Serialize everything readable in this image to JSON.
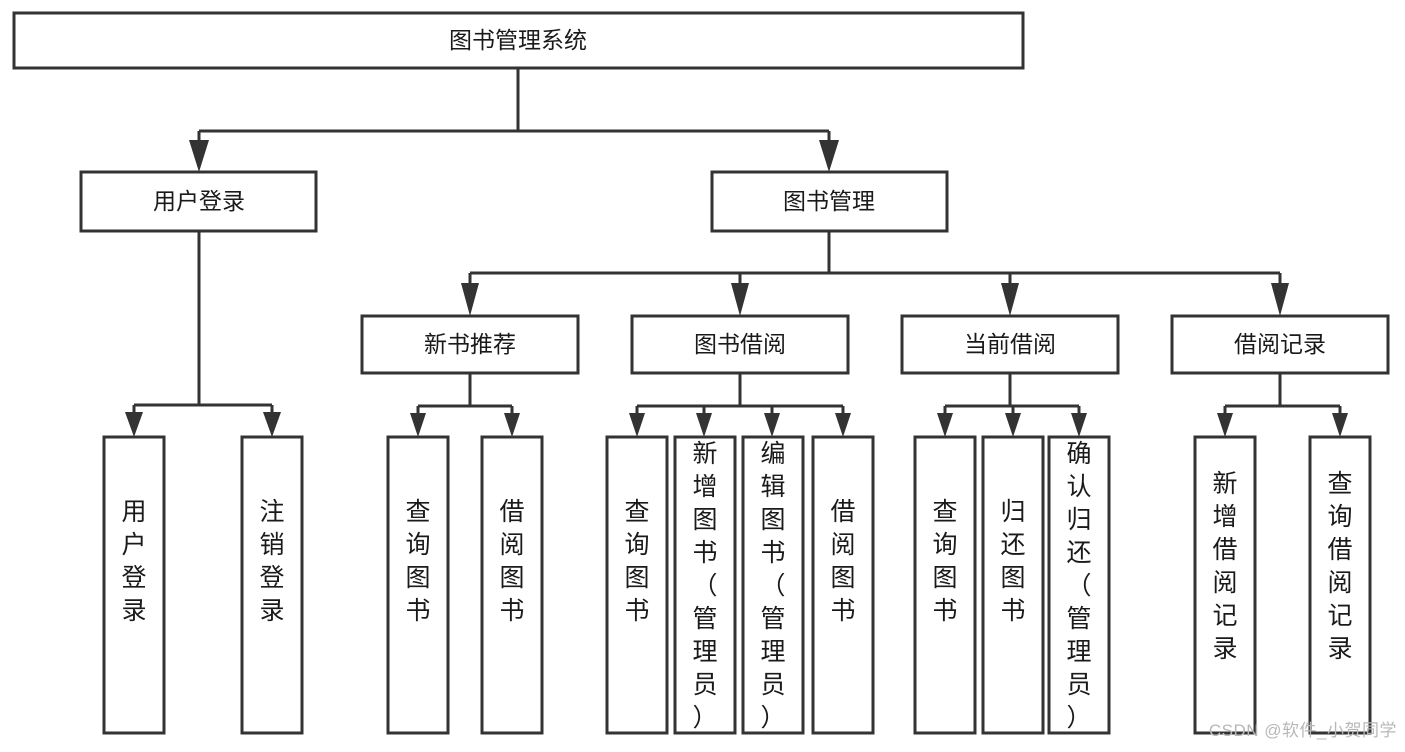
{
  "diagram": {
    "title": "图书管理系统",
    "type": "tree-hierarchy-flowchart",
    "root": {
      "id": "root",
      "label": "图书管理系统",
      "orientation": "horizontal"
    },
    "level2": [
      {
        "id": "user-login",
        "label": "用户登录",
        "orientation": "horizontal"
      },
      {
        "id": "book-management",
        "label": "图书管理",
        "orientation": "horizontal"
      }
    ],
    "level3": [
      {
        "id": "new-book-recommend",
        "label": "新书推荐",
        "orientation": "horizontal",
        "parent": "book-management"
      },
      {
        "id": "book-borrow",
        "label": "图书借阅",
        "orientation": "horizontal",
        "parent": "book-management"
      },
      {
        "id": "current-borrow",
        "label": "当前借阅",
        "orientation": "horizontal",
        "parent": "book-management"
      },
      {
        "id": "borrow-record",
        "label": "借阅记录",
        "orientation": "horizontal",
        "parent": "book-management"
      }
    ],
    "leaves": [
      {
        "id": "leaf-user-login",
        "label": "用户登录",
        "orientation": "vertical",
        "parent": "user-login"
      },
      {
        "id": "leaf-user-logout",
        "label": "注销登录",
        "orientation": "vertical",
        "parent": "user-login"
      },
      {
        "id": "leaf-query-book-1",
        "label": "查询图书",
        "orientation": "vertical",
        "parent": "new-book-recommend"
      },
      {
        "id": "leaf-borrow-book-1",
        "label": "借阅图书",
        "orientation": "vertical",
        "parent": "new-book-recommend"
      },
      {
        "id": "leaf-query-book-2",
        "label": "查询图书",
        "orientation": "vertical",
        "parent": "book-borrow"
      },
      {
        "id": "leaf-add-book",
        "label": "新增图书（管理员）",
        "orientation": "vertical",
        "parent": "book-borrow"
      },
      {
        "id": "leaf-edit-book",
        "label": "编辑图书（管理员）",
        "orientation": "vertical",
        "parent": "book-borrow"
      },
      {
        "id": "leaf-borrow-book-2",
        "label": "借阅图书",
        "orientation": "vertical",
        "parent": "book-borrow"
      },
      {
        "id": "leaf-query-book-3",
        "label": "查询图书",
        "orientation": "vertical",
        "parent": "current-borrow"
      },
      {
        "id": "leaf-return-book",
        "label": "归还图书",
        "orientation": "vertical",
        "parent": "current-borrow"
      },
      {
        "id": "leaf-confirm-return",
        "label": "确认归还（管理员）",
        "orientation": "vertical",
        "parent": "current-borrow"
      },
      {
        "id": "leaf-add-record",
        "label": "新增借阅记录",
        "orientation": "vertical",
        "parent": "borrow-record"
      },
      {
        "id": "leaf-query-record",
        "label": "查询借阅记录",
        "orientation": "vertical",
        "parent": "borrow-record"
      }
    ],
    "colors": {
      "stroke": "#333333",
      "fill": "#ffffff",
      "text": "#1a1a1a",
      "watermark": "#b8b8b8"
    }
  },
  "watermark": {
    "text": "CSDN @软件_小贺同学"
  }
}
